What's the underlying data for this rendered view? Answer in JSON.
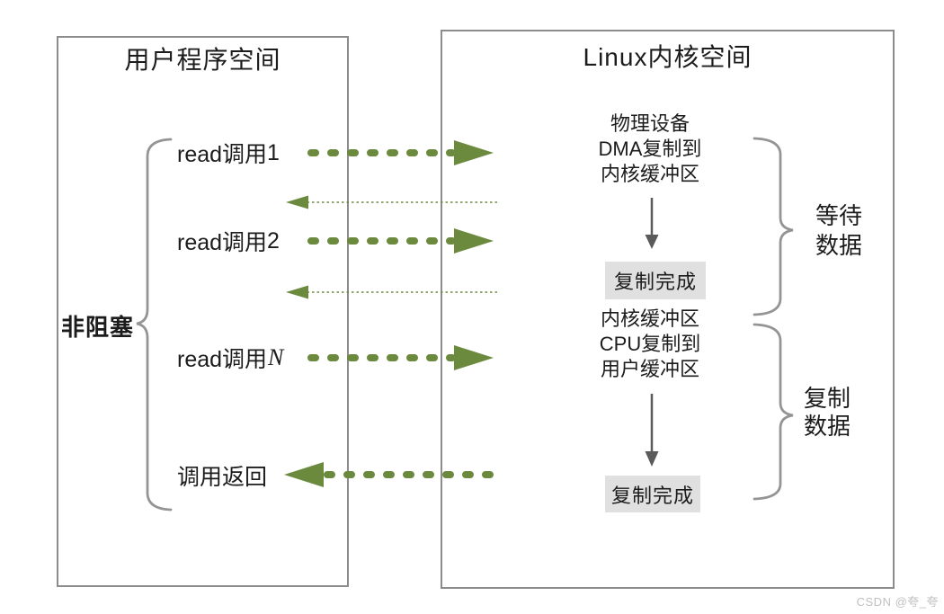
{
  "colors": {
    "arrow_green": "#6b8a3e",
    "border_gray": "#8c8c8c",
    "brace_gray": "#949494",
    "dark_arrow": "#5a5a5a",
    "done_box_bg": "#e0e0e0",
    "text": "#1c1c1c",
    "watermark": "#c0c0c0"
  },
  "left_box": {
    "title": "用户程序空间",
    "side_label": "非阻塞",
    "calls": [
      {
        "prefix": "read调用",
        "suffix": "1"
      },
      {
        "prefix": "read调用",
        "suffix": "2"
      },
      {
        "prefix": "read调用",
        "suffix": "N"
      },
      {
        "prefix": "调用返回",
        "suffix": ""
      }
    ]
  },
  "right_box": {
    "title": "Linux内核空间",
    "stage1": {
      "lines": [
        "物理设备",
        "DMA复制到",
        "内核缓冲区"
      ],
      "done": "复制完成"
    },
    "stage2": {
      "lines": [
        "内核缓冲区",
        "CPU复制到",
        "用户缓冲区"
      ],
      "done": "复制完成"
    },
    "brace_labels": [
      {
        "line1": "等待",
        "line2": "数据"
      },
      {
        "line1": "复制",
        "line2": "数据"
      }
    ]
  },
  "watermark": "CSDN @夸_夸"
}
